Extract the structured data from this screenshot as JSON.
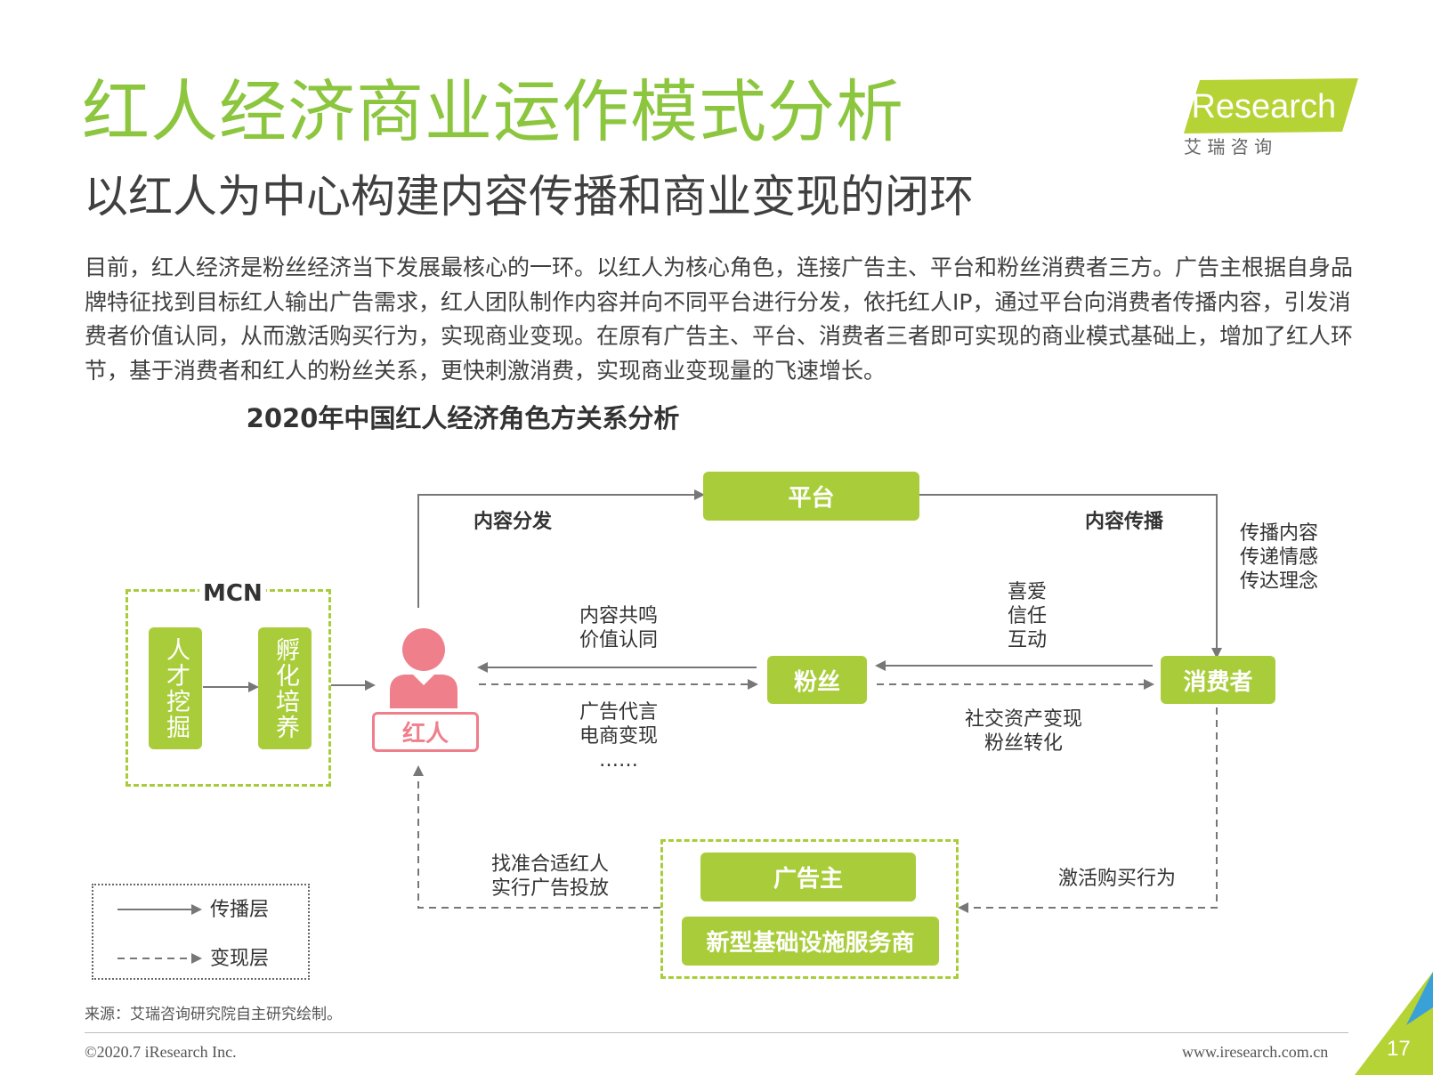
{
  "header": {
    "title": "红人经济商业运作模式分析",
    "subtitle": "以红人为中心构建内容传播和商业变现的闭环"
  },
  "logo": {
    "brand": "iResearch",
    "cn": "艾 瑞 咨 询"
  },
  "intro": "目前，红人经济是粉丝经济当下发展最核心的一环。以红人为核心角色，连接广告主、平台和粉丝消费者三方。广告主根据自身品牌特征找到目标红人输出广告需求，红人团队制作内容并向不同平台进行分发，依托红人IP，通过平台向消费者传播内容，引发消费者价值认同，从而激活购买行为，实现商业变现。在原有广告主、平台、消费者三者即可实现的商业模式基础上，增加了红人环节，基于消费者和红人的粉丝关系，更快刺激消费，实现商业变现量的飞速增长。",
  "diagram": {
    "title": "2020年中国红人经济角色方关系分析",
    "mcn": {
      "label": "MCN",
      "step1": "人才挖掘",
      "step2": "孵化培养"
    },
    "influencer": "红人",
    "platform": "平台",
    "fans": "粉丝",
    "consumer": "消费者",
    "advertiser": "广告主",
    "infra": "新型基础设施服务商",
    "labels": {
      "content_distribution": "内容分发",
      "content_spread": "内容传播",
      "to_consumer": "传播内容\n传递情感\n传达理念",
      "resonance": "内容共鸣\n价值认同",
      "love": "喜爱\n信任\n互动",
      "monetize_fans": "广告代言\n电商变现\n……",
      "social_asset": "社交资产变现\n粉丝转化",
      "find_influencer": "找准合适红人\n实行广告投放",
      "activate": "激活购买行为"
    },
    "legend": {
      "solid": "传播层",
      "dashed": "变现层"
    }
  },
  "footer": {
    "source": "来源：艾瑞咨询研究院自主研究绘制。",
    "copyright": "©2020.7 iResearch Inc.",
    "url": "www.iresearch.com.cn",
    "page": "17"
  },
  "colors": {
    "green": "#8cc63f",
    "box_green": "#a9cd3a",
    "pink": "#ef7f8b"
  }
}
